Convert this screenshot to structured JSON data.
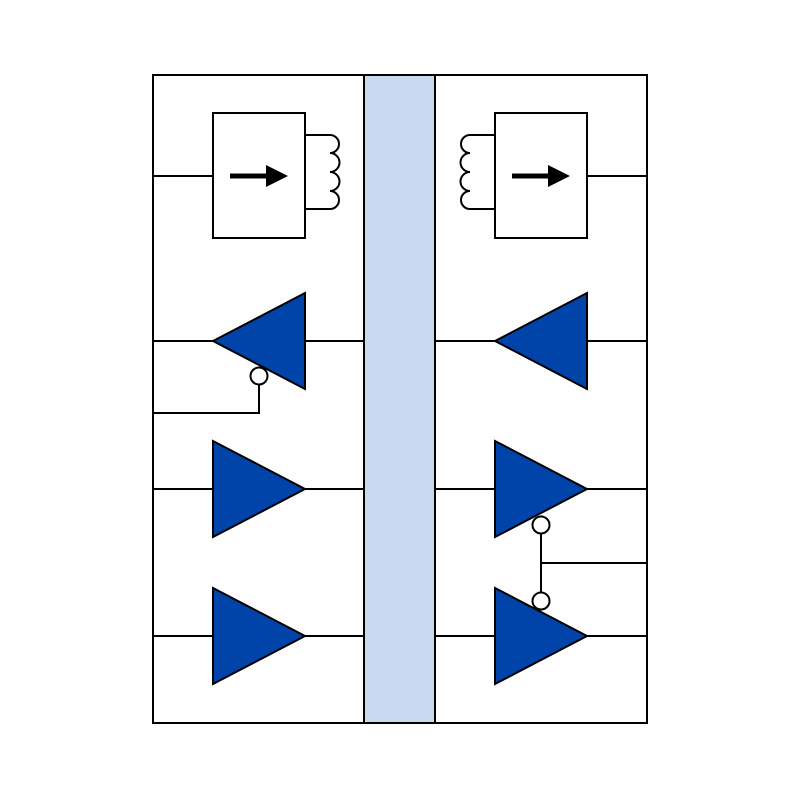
{
  "colors": {
    "background": "#ffffff",
    "stroke": "#000000",
    "buffer_fill": "#0044aa",
    "isolation_barrier": "#c9daf0",
    "arrow": "#000000"
  },
  "diagram": {
    "left_side": {
      "transformer_block": {
        "icon": "arrow-right-icon",
        "coil": "coil-icon"
      },
      "channels": [
        {
          "type": "buffer",
          "direction": "left",
          "enable_bubble": true
        },
        {
          "type": "buffer",
          "direction": "right",
          "enable_bubble": false
        },
        {
          "type": "buffer",
          "direction": "right",
          "enable_bubble": false
        }
      ]
    },
    "right_side": {
      "transformer_block": {
        "icon": "arrow-right-icon",
        "coil": "coil-icon"
      },
      "channels": [
        {
          "type": "buffer",
          "direction": "left",
          "enable_bubble": false
        },
        {
          "type": "buffer",
          "direction": "right",
          "enable_bubble": true
        },
        {
          "type": "buffer",
          "direction": "right",
          "enable_bubble": true
        }
      ]
    }
  }
}
